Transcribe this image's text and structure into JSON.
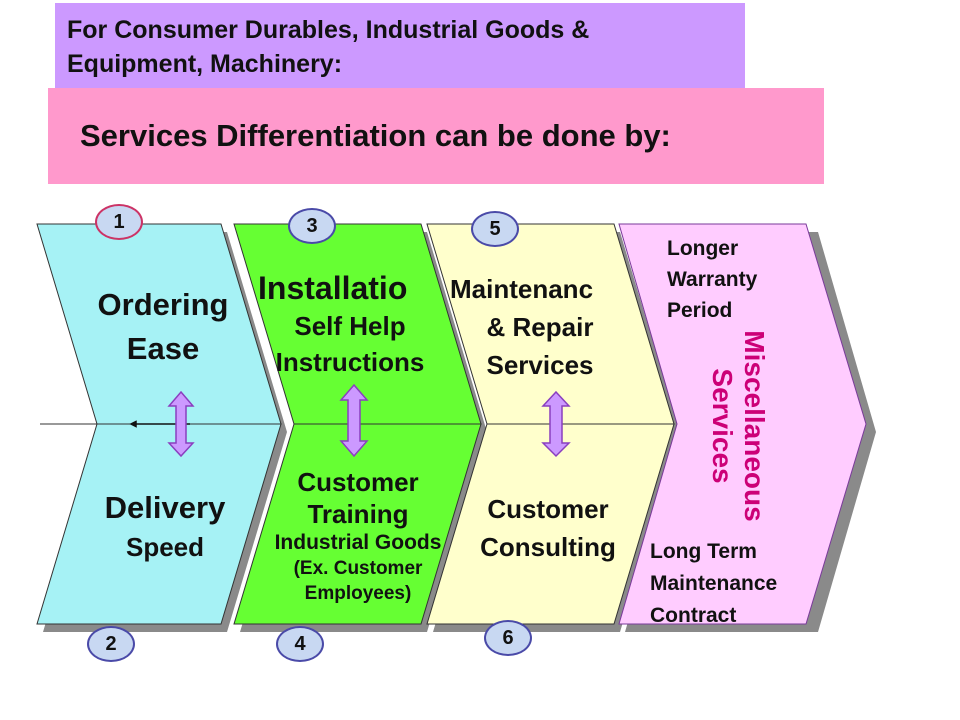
{
  "header": {
    "line1": "For Consumer Durables, Industrial Goods &",
    "line2": "Equipment, Machinery:"
  },
  "subheader": "Services Differentiation can be done by:",
  "colors": {
    "header_bg": "#cc99ff",
    "subheader_bg": "#ff99cc",
    "panel_blue": "#a6f2f5",
    "panel_green": "#66ff33",
    "panel_yellow": "#ffffcc",
    "panel_pink": "#ffccff",
    "arrow_fill": "#cc99ff",
    "misc_text": "#cc0077"
  },
  "panels": [
    {
      "number": "1",
      "line1": "Ordering",
      "line2": "Ease"
    },
    {
      "number": "2",
      "line1": "Delivery",
      "line2": "Speed"
    },
    {
      "number": "3",
      "line1": "Installatio",
      "line2": "Self Help",
      "line3": "Instructions"
    },
    {
      "number": "4",
      "line1": "Customer",
      "line2": "Training",
      "line3": "Industrial Goods",
      "line4": "(Ex. Customer",
      "line5": "Employees)"
    },
    {
      "number": "5",
      "line1": "Maintenanc",
      "line2": "& Repair",
      "line3": "Services"
    },
    {
      "number": "6",
      "line1": "Customer",
      "line2": "Consulting"
    }
  ],
  "misc": {
    "title_line1": "Miscellaneous",
    "title_line2": "Services",
    "top_line1": "Longer",
    "top_line2": "Warranty",
    "top_line3": "Period",
    "bottom_line1": "Long Term",
    "bottom_line2": "Maintenance",
    "bottom_line3": "Contract"
  }
}
